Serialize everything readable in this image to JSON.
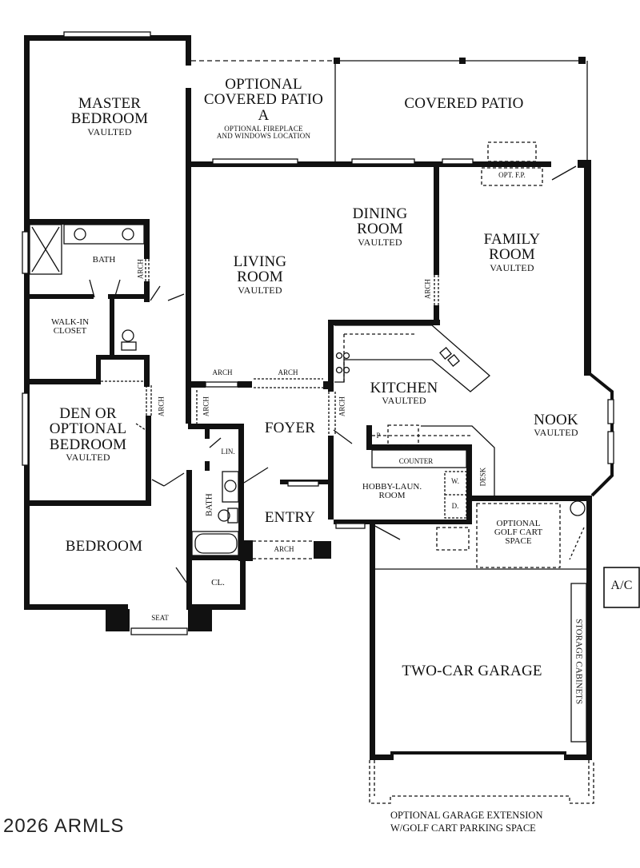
{
  "plan": {
    "rooms": {
      "master_bedroom": {
        "name": "MASTER\nBEDROOM",
        "line1": "MASTER",
        "line2": "BEDROOM",
        "note": "VAULTED"
      },
      "optional_patio": {
        "line1": "OPTIONAL",
        "line2": "COVERED PATIO",
        "line3": "A",
        "note1": "OPTIONAL FIREPLACE",
        "note2": "AND WINDOWS LOCATION"
      },
      "covered_patio": {
        "name": "COVERED PATIO"
      },
      "opt_fp": {
        "name": "OPT. F.P."
      },
      "bath_master": {
        "name": "BATH"
      },
      "walk_in_closet": {
        "line1": "WALK-IN",
        "line2": "CLOSET"
      },
      "living_room": {
        "line1": "LIVING",
        "line2": "ROOM",
        "note": "VAULTED"
      },
      "dining_room": {
        "line1": "DINING",
        "line2": "ROOM",
        "note": "VAULTED"
      },
      "family_room": {
        "line1": "FAMILY",
        "line2": "ROOM",
        "note": "VAULTED"
      },
      "kitchen": {
        "name": "KITCHEN",
        "note": "VAULTED"
      },
      "nook": {
        "name": "NOOK",
        "note": "VAULTED"
      },
      "den": {
        "line1": "DEN OR",
        "line2": "OPTIONAL",
        "line3": "BEDROOM",
        "note": "VAULTED"
      },
      "foyer": {
        "name": "FOYER"
      },
      "entry": {
        "name": "ENTRY"
      },
      "linen": {
        "name": "LIN."
      },
      "bath_hall": {
        "name": "BATH"
      },
      "bedroom": {
        "name": "BEDROOM"
      },
      "closet": {
        "name": "CL."
      },
      "seat": {
        "name": "SEAT"
      },
      "hobby_laundry": {
        "line1": "HOBBY-LAUN.",
        "line2": "ROOM"
      },
      "counter": {
        "name": "COUNTER"
      },
      "washer": {
        "name": "W."
      },
      "dryer": {
        "name": "D."
      },
      "pantry": {
        "name": "P"
      },
      "desk": {
        "name": "DESK"
      },
      "golf_cart": {
        "line1": "OPTIONAL",
        "line2": "GOLF CART",
        "line3": "SPACE"
      },
      "garage": {
        "name": "TWO-CAR GARAGE"
      },
      "storage": {
        "name": "STORAGE CABINETS"
      },
      "ac": {
        "name": "A/C"
      }
    },
    "arch_label": "ARCH",
    "garage_extension": {
      "line1": "OPTIONAL GARAGE EXTENSION",
      "line2": "W/GOLF CART PARKING SPACE"
    }
  },
  "watermark": "2026 ARMLS"
}
